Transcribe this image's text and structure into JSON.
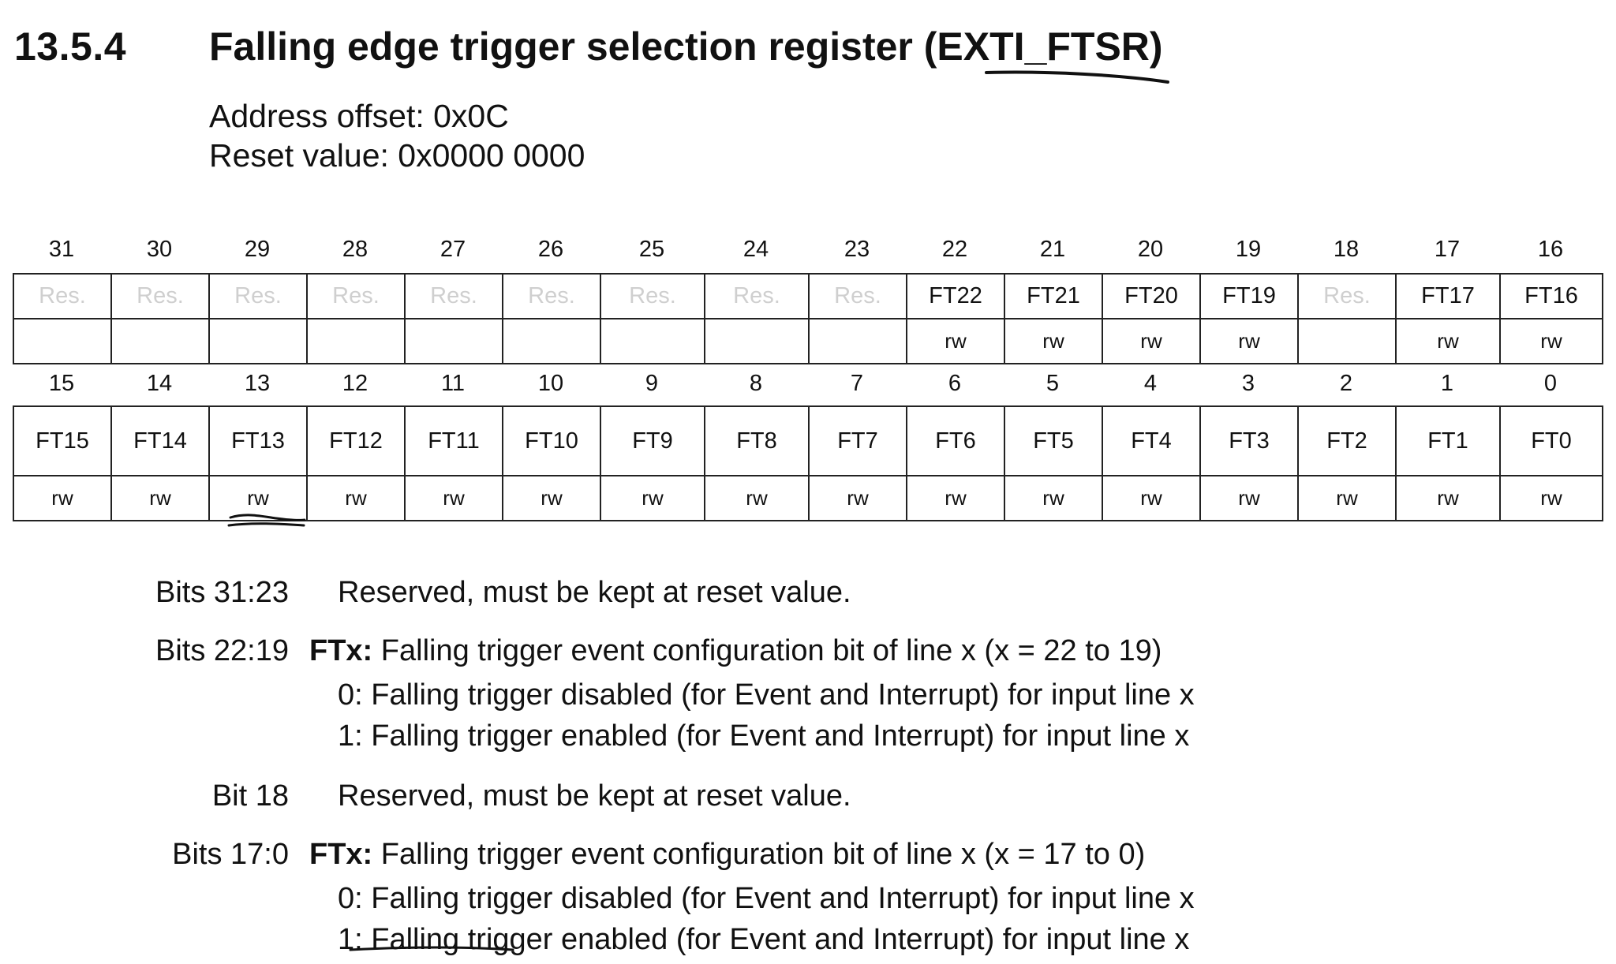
{
  "section": {
    "number": "13.5.4",
    "title": "Falling edge trigger selection register (EXTI_FTSR)"
  },
  "register": {
    "address_offset": "Address offset: 0x0C",
    "reset_value": "Reset value: 0x0000 0000"
  },
  "upper": {
    "bits": [
      "31",
      "30",
      "29",
      "28",
      "27",
      "26",
      "25",
      "24",
      "23",
      "22",
      "21",
      "20",
      "19",
      "18",
      "17",
      "16"
    ],
    "fields": [
      "Res.",
      "Res.",
      "Res.",
      "Res.",
      "Res.",
      "Res.",
      "Res.",
      "Res.",
      "Res.",
      "FT22",
      "FT21",
      "FT20",
      "FT19",
      "Res.",
      "FT17",
      "FT16"
    ],
    "access": [
      "",
      "",
      "",
      "",
      "",
      "",
      "",
      "",
      "",
      "rw",
      "rw",
      "rw",
      "rw",
      "",
      "rw",
      "rw"
    ]
  },
  "lower": {
    "bits": [
      "15",
      "14",
      "13",
      "12",
      "11",
      "10",
      "9",
      "8",
      "7",
      "6",
      "5",
      "4",
      "3",
      "2",
      "1",
      "0"
    ],
    "fields": [
      "FT15",
      "FT14",
      "FT13",
      "FT12",
      "FT11",
      "FT10",
      "FT9",
      "FT8",
      "FT7",
      "FT6",
      "FT5",
      "FT4",
      "FT3",
      "FT2",
      "FT1",
      "FT0"
    ],
    "access": [
      "rw",
      "rw",
      "rw",
      "rw",
      "rw",
      "rw",
      "rw",
      "rw",
      "rw",
      "rw",
      "rw",
      "rw",
      "rw",
      "rw",
      "rw",
      "rw"
    ]
  },
  "descriptions": {
    "d1": {
      "label": "Bits 31:23",
      "text": "Reserved, must be kept at reset value."
    },
    "d2": {
      "label": "Bits 22:19",
      "field": "FTx:",
      "text": " Falling trigger event configuration bit of line x (x = 22 to 19)",
      "opt0": "0: Falling trigger disabled (for Event and Interrupt) for input line x",
      "opt1": "1: Falling trigger enabled (for Event and Interrupt) for input line x"
    },
    "d3": {
      "label": "Bit 18",
      "text": "Reserved, must be kept at reset value."
    },
    "d4": {
      "label": "Bits 17:0",
      "field": "FTx:",
      "text": " Falling trigger event configuration bit of line x (x = 17 to 0)",
      "opt0": "0: Falling trigger disabled (for Event and Interrupt) for input line x",
      "opt1": "1: Falling trigger enabled (for Event and Interrupt) for input line x"
    }
  }
}
